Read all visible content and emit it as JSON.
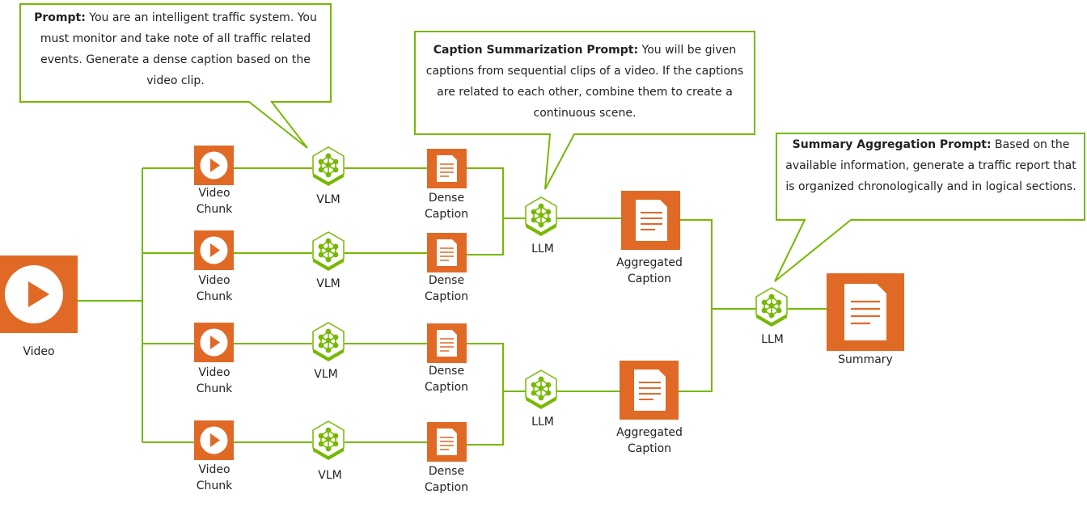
{
  "colors": {
    "nvidia_green": "#76b900",
    "box_orange": "#e06a25",
    "icon_white": "#ffffff"
  },
  "video": {
    "label": "Video",
    "icon": "play-icon"
  },
  "chunks": [
    {
      "line1": "Video",
      "line2": "Chunk"
    },
    {
      "line1": "Video",
      "line2": "Chunk"
    },
    {
      "line1": "Video",
      "line2": "Chunk"
    },
    {
      "line1": "Video",
      "line2": "Chunk"
    }
  ],
  "vlms": [
    "VLM",
    "VLM",
    "VLM",
    "VLM"
  ],
  "dense_captions": [
    {
      "line1": "Dense",
      "line2": "Caption"
    },
    {
      "line1": "Dense",
      "line2": "Caption"
    },
    {
      "line1": "Dense",
      "line2": "Caption"
    },
    {
      "line1": "Dense",
      "line2": "Caption"
    }
  ],
  "llm_labels": [
    "LLM",
    "LLM",
    "LLM"
  ],
  "aggregated_captions": [
    {
      "line1": "Aggregated",
      "line2": "Caption"
    },
    {
      "line1": "Aggregated",
      "line2": "Caption"
    }
  ],
  "summary": {
    "label": "Summary"
  },
  "callouts": {
    "prompt": {
      "title": "Prompt:",
      "text": " You are an intelligent traffic system. You must monitor and take note of all traffic related events. Generate a dense caption based on the video clip."
    },
    "caption_summarization": {
      "title": "Caption Summarization Prompt:",
      "text": " You will be given captions from sequential clips of a video. If the captions are related to each other, combine them to create a continuous scene."
    },
    "summary_aggregation": {
      "title": "Summary Aggregation Prompt:",
      "text": " Based on the available information, generate a traffic report that is organized chronologically and in logical sections."
    }
  }
}
